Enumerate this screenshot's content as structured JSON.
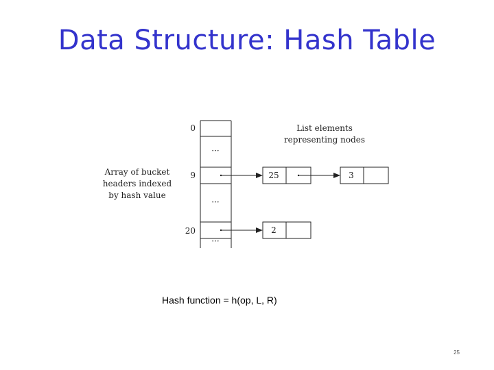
{
  "slide": {
    "title": "Data Structure: Hash Table",
    "caption": "Hash function = h(op, L, R)",
    "page_number": "25"
  },
  "diagram": {
    "array_label": [
      "Array of bucket",
      "headers indexed",
      "by hash value"
    ],
    "list_label": [
      "List elements",
      "representing nodes"
    ],
    "indices": [
      "0",
      "9",
      "20"
    ],
    "ellipsis": "···",
    "node_values": [
      "25",
      "3",
      "2"
    ]
  }
}
